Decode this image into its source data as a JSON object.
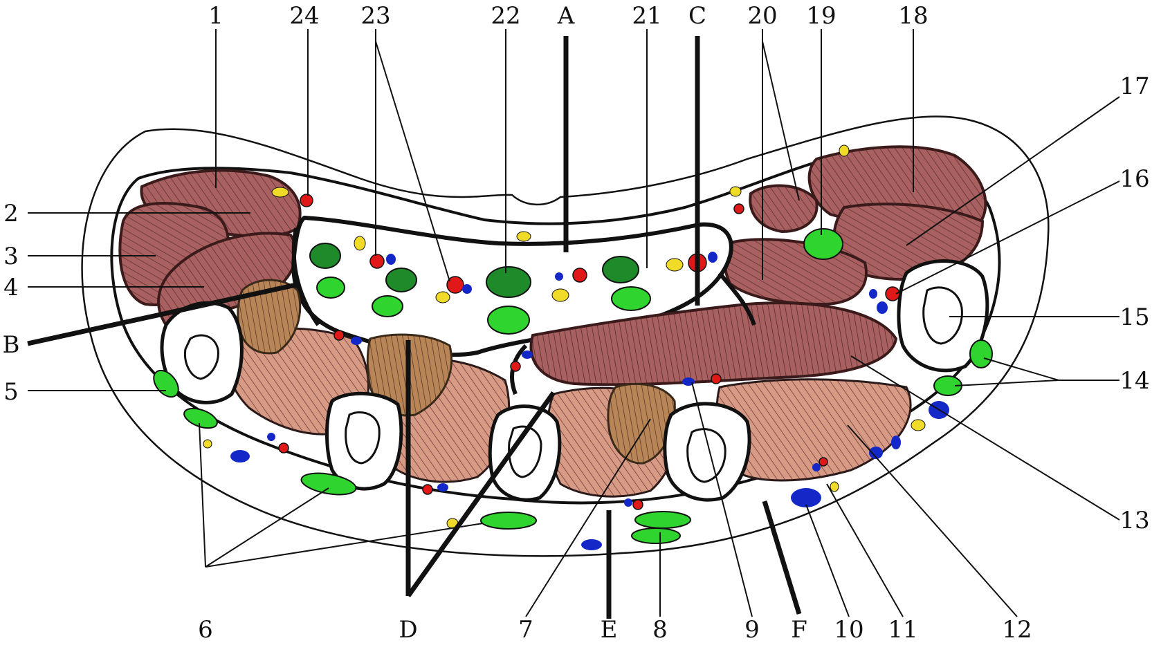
{
  "colors": {
    "dark_muscle": "#a86060",
    "light_muscle": "#d79a85",
    "tendon": "#b88656",
    "nerve_green": "#2fd42f",
    "dark_green": "#1f8a2a",
    "artery_red": "#e01818",
    "vein_blue": "#1428c8",
    "lymph_yellow": "#f0dc28"
  },
  "labels": {
    "n1": "1",
    "n2": "2",
    "n3": "3",
    "n4": "4",
    "n5": "5",
    "n6": "6",
    "n7": "7",
    "n8": "8",
    "n9": "9",
    "n10": "10",
    "n11": "11",
    "n12": "12",
    "n13": "13",
    "n14": "14",
    "n15": "15",
    "n16": "16",
    "n17": "17",
    "n18": "18",
    "n19": "19",
    "n20": "20",
    "n21": "21",
    "n22": "22",
    "n23": "23",
    "n24": "24",
    "A": "A",
    "B": "B",
    "C": "C",
    "D": "D",
    "E": "E",
    "F": "F"
  }
}
